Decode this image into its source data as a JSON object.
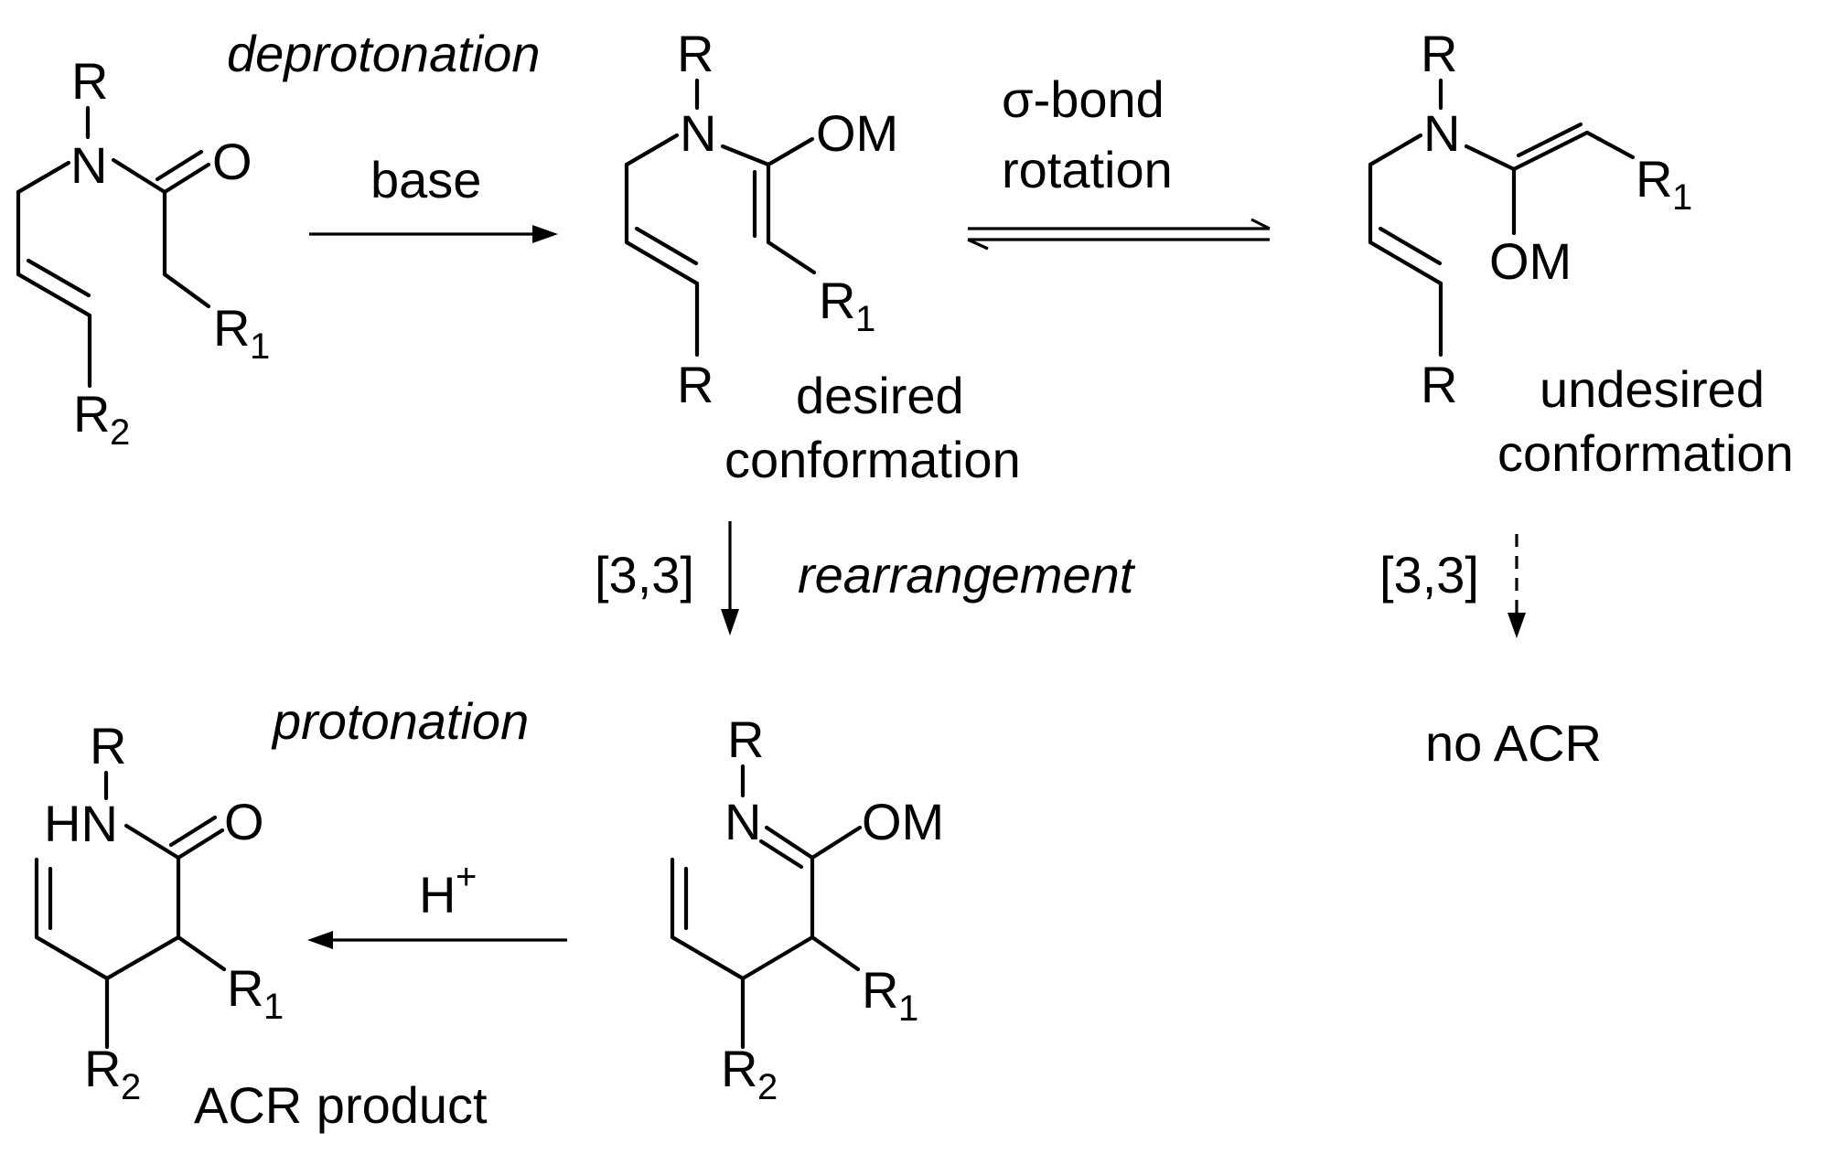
{
  "atoms": {
    "R": "R",
    "N": "N",
    "HN": "HN",
    "O": "O",
    "OM": "OM",
    "R1": "R",
    "R1_sub": "1",
    "R2": "R",
    "R2_sub": "2",
    "H": "H",
    "H_sup": "+"
  },
  "labels": {
    "deprotonation": "deprotonation",
    "base": "base",
    "sigma_bond": "σ-bond",
    "rotation": "rotation",
    "desired": "desired",
    "conformation": "conformation",
    "undesired": "undesired",
    "bracket_33": "[3,3]",
    "rearrangement": "rearrangement",
    "protonation": "protonation",
    "no_acr": "no ACR",
    "acr_product": "ACR product"
  }
}
